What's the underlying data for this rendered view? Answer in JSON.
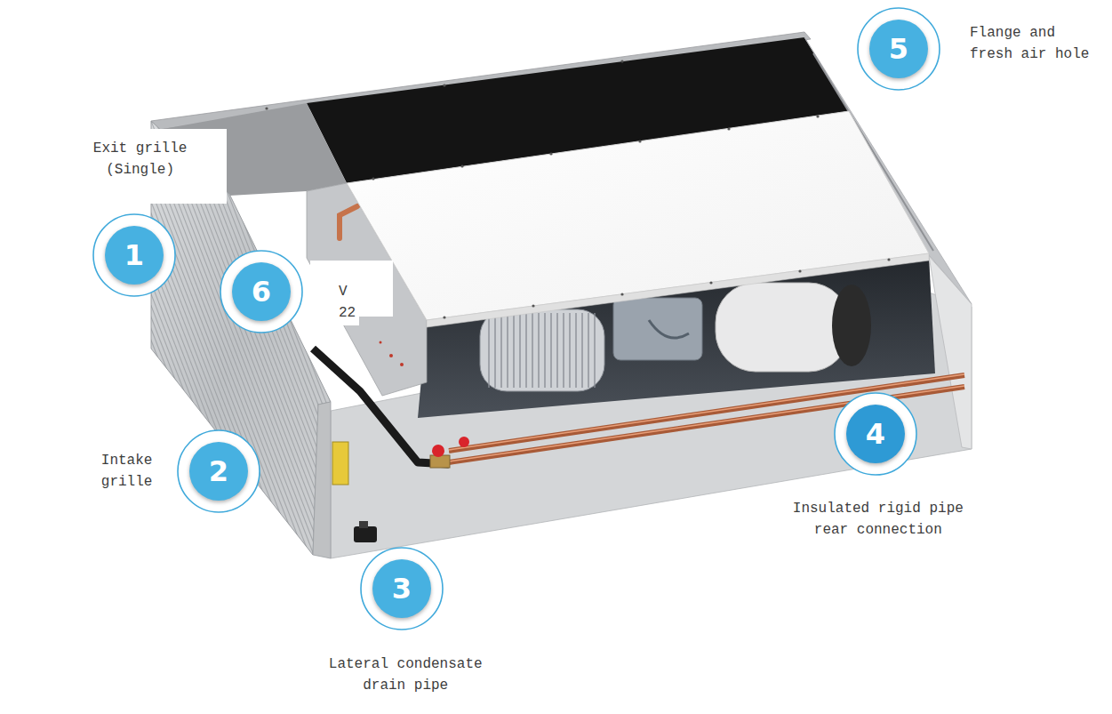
{
  "diagram": {
    "nodes": [
      {
        "text": [
          "1",
          "Exit grille (Single)"
        ]
      },
      {
        "text": [
          "2",
          "Intake grille"
        ]
      },
      {
        "text": [
          "3",
          "Lateral condensate drain pipe"
        ]
      },
      {
        "text": [
          "4",
          "Insulated rigid pipe rear connection"
        ]
      },
      {
        "text": [
          "5",
          "Flange and fresh air hole"
        ]
      },
      {
        "text": [
          "6",
          "V 22"
        ]
      }
    ]
  }
}
